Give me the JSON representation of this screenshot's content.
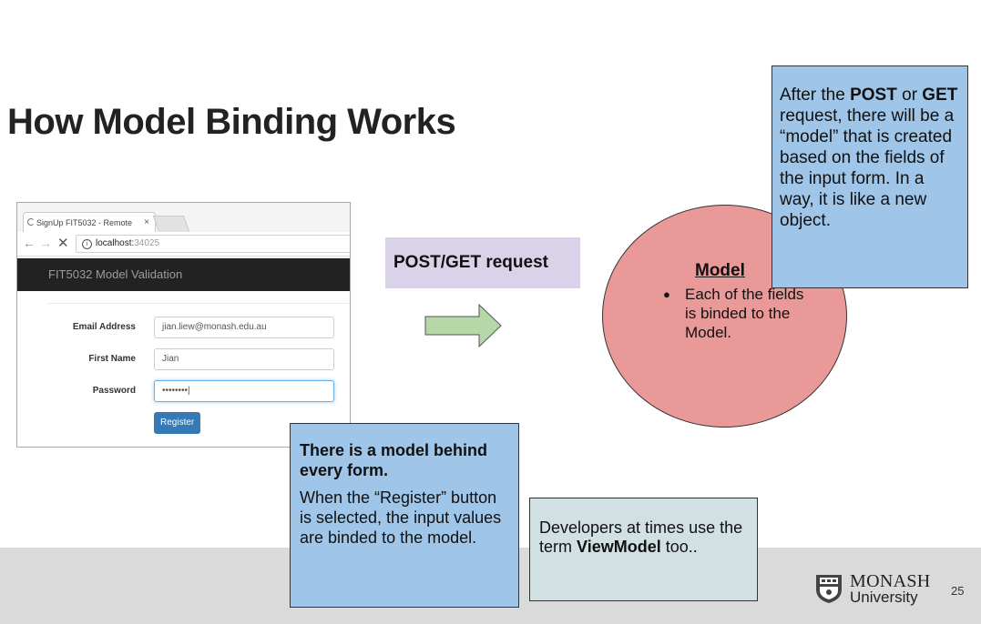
{
  "slide": {
    "title": "How Model Binding Works",
    "page_number": "25"
  },
  "browser": {
    "tab_title": "SignUp FIT5032 - Remote",
    "tab_close": "×",
    "url_host": "localhost:",
    "url_port": "34025",
    "app_brand": "FIT5032 Model Validation",
    "form": {
      "email_label": "Email Address",
      "email_value": "jian.liew@monash.edu.au",
      "firstname_label": "First Name",
      "firstname_value": "Jian",
      "password_label": "Password",
      "password_value": "••••••••|",
      "register_label": "Register"
    }
  },
  "request_label": "POST/GET request",
  "model": {
    "title": "Model",
    "bullet": "Each of the fields is binded to the Model."
  },
  "note_after": {
    "t1": "After the ",
    "b1": "POST",
    "t2": " or ",
    "b2": "GET",
    "t3": " request, there will be a “model” that is created based on the fields of the input form. In a way, it is like a new object."
  },
  "note_form": {
    "heading": "There is a model behind every form.",
    "body": "When the “Register” button is selected, the input values are binded to the model."
  },
  "note_dev": {
    "t1": "Developers at times use the term ",
    "b1": "ViewModel",
    "t2": " too.."
  },
  "logo": {
    "line1": "MONASH",
    "line2": "University"
  },
  "colors": {
    "request_box": "#d9d2e9",
    "arrow_fill": "#b6d7a8",
    "model_circle": "#ea9999",
    "note_blue": "#9fc5e8",
    "note_grey": "#d0e0e3",
    "footer_band": "#dadada",
    "navbar": "#222222",
    "register_button": "#337ab7"
  },
  "icons": [
    "tab-loading-icon",
    "back-arrow-icon",
    "forward-arrow-icon",
    "stop-icon",
    "info-icon",
    "right-arrow-icon",
    "monash-crest-icon"
  ]
}
